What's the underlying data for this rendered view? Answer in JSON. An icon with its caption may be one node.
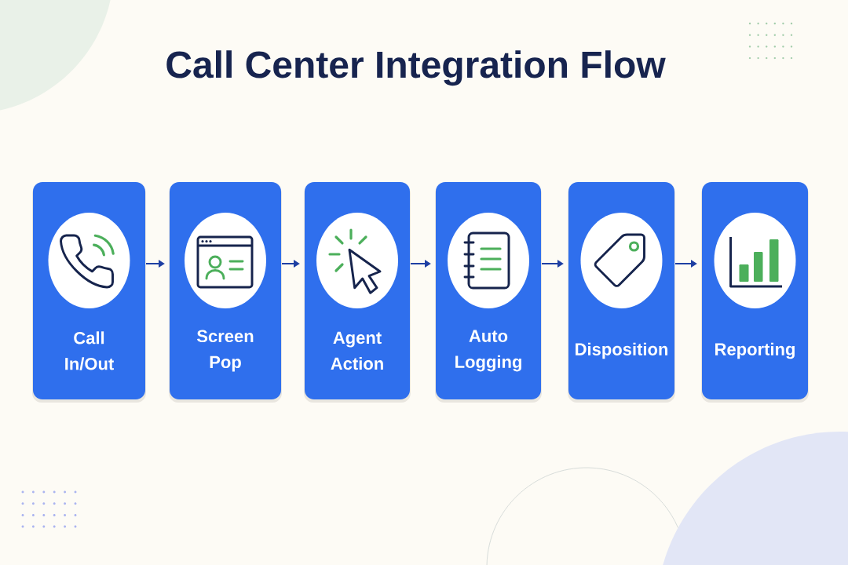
{
  "diagram": {
    "title": "Call Center Integration Flow",
    "nodes": [
      {
        "text": [
          "Call In/Out"
        ]
      },
      {
        "text": [
          "Screen Pop"
        ]
      },
      {
        "text": [
          "Agent Action"
        ]
      },
      {
        "text": [
          "Auto Logging"
        ]
      },
      {
        "text": [
          "Disposition"
        ]
      },
      {
        "text": [
          "Reporting"
        ]
      }
    ],
    "edges": [
      {
        "from": 0,
        "to": 1,
        "arrow": "to"
      },
      {
        "from": 1,
        "to": 2,
        "arrow": "to"
      },
      {
        "from": 2,
        "to": 3,
        "arrow": "to"
      },
      {
        "from": 3,
        "to": 4,
        "arrow": "to"
      },
      {
        "from": 4,
        "to": 5,
        "arrow": "to"
      }
    ]
  }
}
